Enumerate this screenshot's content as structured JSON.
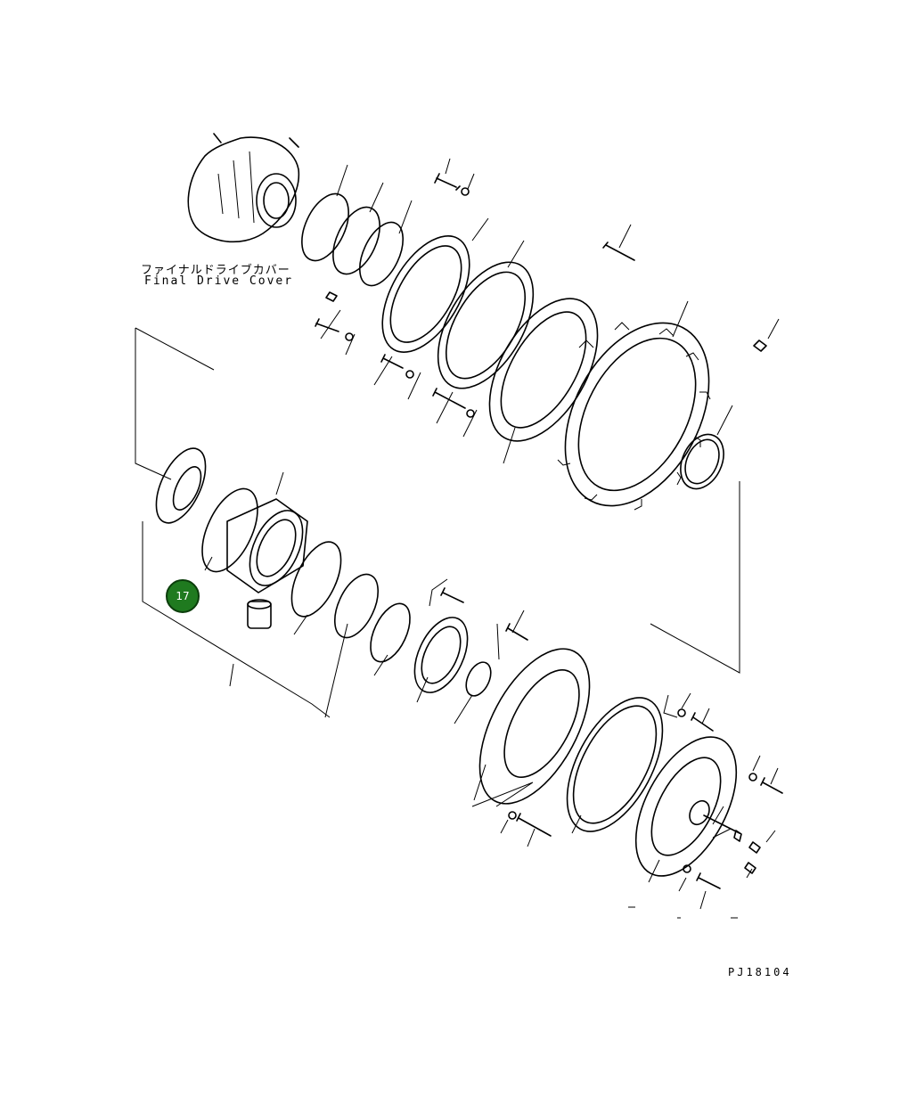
{
  "diagram": {
    "cover_label_jp": "ファイナルドライブカバー",
    "cover_label_en": "Final Drive Cover",
    "drawing_code": "PJ18104",
    "callouts": [
      {
        "number": "17",
        "color": "#1f7a1f"
      }
    ]
  }
}
